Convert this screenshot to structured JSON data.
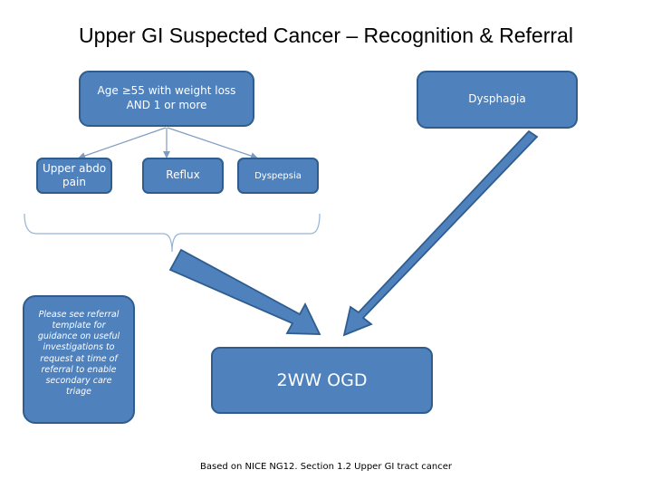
{
  "title": "Upper GI Suspected Cancer – Recognition & Referral",
  "boxes": {
    "age_criteria": "Age ≥55 with weight loss AND 1 or more",
    "dysphagia": "Dysphagia",
    "upper_abdo_pain": "Upper abdo pain",
    "reflux": "Reflux",
    "dyspepsia": "Dyspepsia",
    "guidance": "Please see referral template for guidance on useful investigations to request at time of referral to enable secondary care triage",
    "ogd": "2WW OGD"
  },
  "footnote": "Based on NICE NG12. Section 1.2 Upper GI tract cancer",
  "colors": {
    "box_fill": "#4f81bd",
    "box_border": "#2e5d8e",
    "connector": "#7f9cc0",
    "brace": "#95b3d7"
  }
}
